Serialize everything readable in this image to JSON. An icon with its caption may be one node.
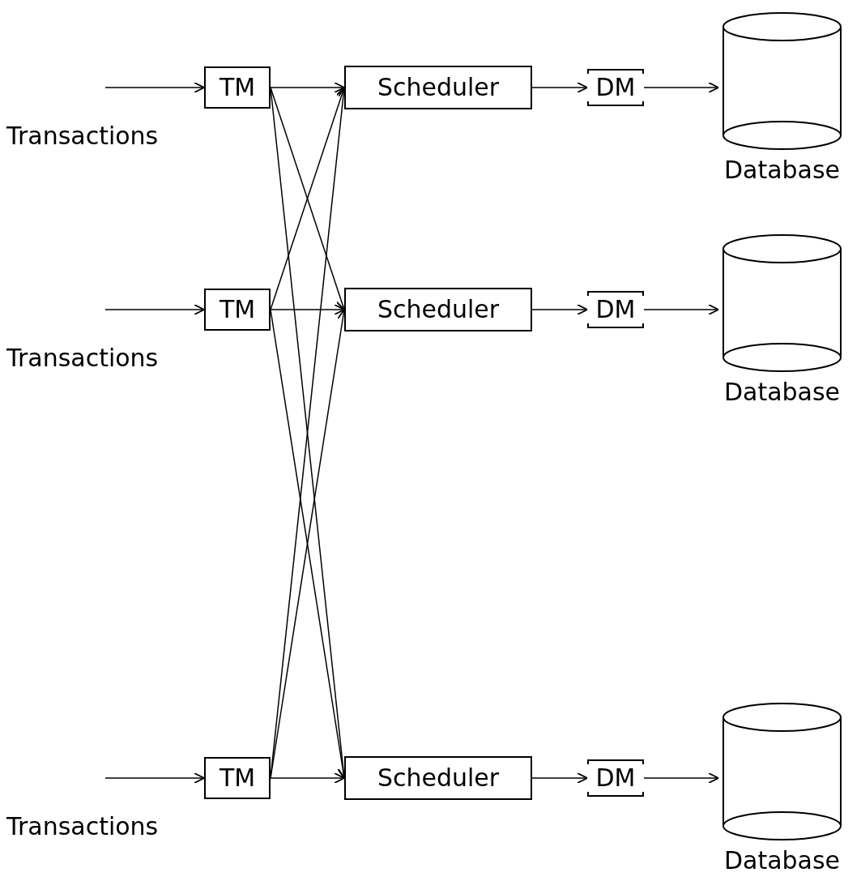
{
  "diagram": {
    "nodes": [
      {
        "text": [
          "TM"
        ],
        "beside": [
          "Transactions"
        ]
      },
      {
        "text": [
          "Scheduler"
        ]
      },
      {
        "text": [
          "DM"
        ]
      },
      {
        "text": [
          "Database"
        ]
      },
      {
        "text": [
          "TM"
        ],
        "beside": [
          "Transactions"
        ]
      },
      {
        "text": [
          "Scheduler"
        ]
      },
      {
        "text": [
          "DM"
        ]
      },
      {
        "text": [
          "Database"
        ]
      },
      {
        "text": [
          "TM"
        ],
        "beside": [
          "Transactions"
        ]
      },
      {
        "text": [
          "Scheduler"
        ]
      },
      {
        "text": [
          "DM"
        ]
      },
      {
        "text": [
          "Database"
        ]
      }
    ],
    "edges": [
      {
        "from": null,
        "to": 0,
        "arrow": "to"
      },
      {
        "from": null,
        "to": 4,
        "arrow": "to"
      },
      {
        "from": null,
        "to": 8,
        "arrow": "to"
      },
      {
        "from": 0,
        "to": 1,
        "arrow": "to"
      },
      {
        "from": 0,
        "to": 5,
        "arrow": "to"
      },
      {
        "from": 0,
        "to": 9,
        "arrow": "to"
      },
      {
        "from": 4,
        "to": 1,
        "arrow": "to"
      },
      {
        "from": 4,
        "to": 5,
        "arrow": "to"
      },
      {
        "from": 4,
        "to": 9,
        "arrow": "to"
      },
      {
        "from": 8,
        "to": 1,
        "arrow": "to"
      },
      {
        "from": 8,
        "to": 5,
        "arrow": "to"
      },
      {
        "from": 8,
        "to": 9,
        "arrow": "to"
      },
      {
        "from": 1,
        "to": 2,
        "arrow": "to"
      },
      {
        "from": 5,
        "to": 6,
        "arrow": "to"
      },
      {
        "from": 9,
        "to": 10,
        "arrow": "to"
      },
      {
        "from": 2,
        "to": 3,
        "arrow": "to"
      },
      {
        "from": 6,
        "to": 7,
        "arrow": "to"
      },
      {
        "from": 10,
        "to": 11,
        "arrow": "to"
      }
    ]
  }
}
